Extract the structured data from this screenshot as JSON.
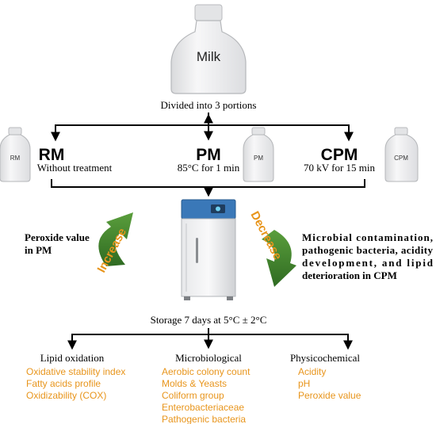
{
  "milk_label": "Milk",
  "divided_text": "Divided into 3 portions",
  "samples": [
    {
      "code": "RM",
      "desc": "Without treatment",
      "bottle_label": "RM"
    },
    {
      "code": "PM",
      "desc": "85°C for 1 min",
      "bottle_label": "PM"
    },
    {
      "code": "CPM",
      "desc": "70 kV for 15 min",
      "bottle_label": "CPM"
    }
  ],
  "increase_label": "Increase",
  "decrease_label": "Decrease",
  "increase_note": [
    "Peroxide value",
    "in PM"
  ],
  "decrease_note": [
    "Microbial contamination,",
    "pathogenic bacteria, acidity",
    "development, and lipid",
    "deterioration in CPM"
  ],
  "storage_text": "Storage 7 days at 5°C ± 2°C",
  "categories": [
    {
      "title": "Lipid oxidation",
      "items": [
        "Oxidative stability index",
        "Fatty acids profile",
        "Oxidizability (COX)"
      ]
    },
    {
      "title": "Microbiological",
      "items": [
        "Aerobic colony count",
        "Molds & Yeasts",
        "Coliform group",
        "Enterobacteriaceae",
        "Pathogenic bacteria"
      ]
    },
    {
      "title": "Physicochemical",
      "items": [
        "Acidity",
        "pH",
        "Peroxide value"
      ]
    }
  ],
  "colors": {
    "arrow_green": "#3d7f2a",
    "accent_orange": "#e8951c",
    "fridge_blue": "#3a78b8"
  }
}
